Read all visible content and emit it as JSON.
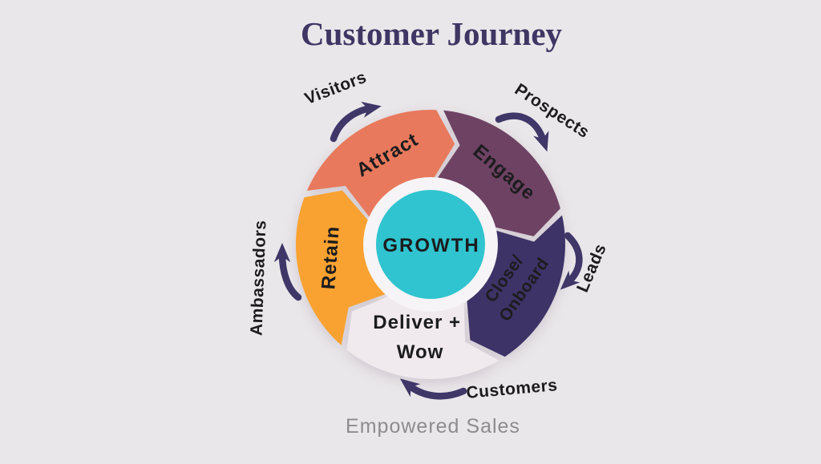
{
  "title": "Customer Journey",
  "footer": "Empowered Sales",
  "center": {
    "label": "GROWTH"
  },
  "colors": {
    "background": "#eae7ea",
    "title": "#3e3663",
    "arrow": "#3f3768",
    "label_text": "#1c1c1e",
    "center_fill": "#2fc4cf",
    "center_ring": "#f6f4f6",
    "footer_text": "#8e8b8e"
  },
  "segments": [
    {
      "name": "attract",
      "label": "Attract",
      "color": "#e8795c"
    },
    {
      "name": "engage",
      "label": "Engage",
      "color": "#6e4263"
    },
    {
      "name": "close-onboard",
      "label_lines": [
        "Close/",
        "Onboard"
      ],
      "color": "#3d3367"
    },
    {
      "name": "deliver-wow",
      "label_lines": [
        "Deliver +",
        "Wow"
      ],
      "color": "#f0eaee"
    },
    {
      "name": "retain",
      "label": "Retain",
      "color": "#f9a231"
    }
  ],
  "outer_labels": [
    {
      "name": "visitors",
      "label": "Visitors"
    },
    {
      "name": "prospects",
      "label": "Prospects"
    },
    {
      "name": "leads",
      "label": "Leads"
    },
    {
      "name": "customers",
      "label": "Customers"
    },
    {
      "name": "ambassadors",
      "label": "Ambassadors"
    }
  ]
}
